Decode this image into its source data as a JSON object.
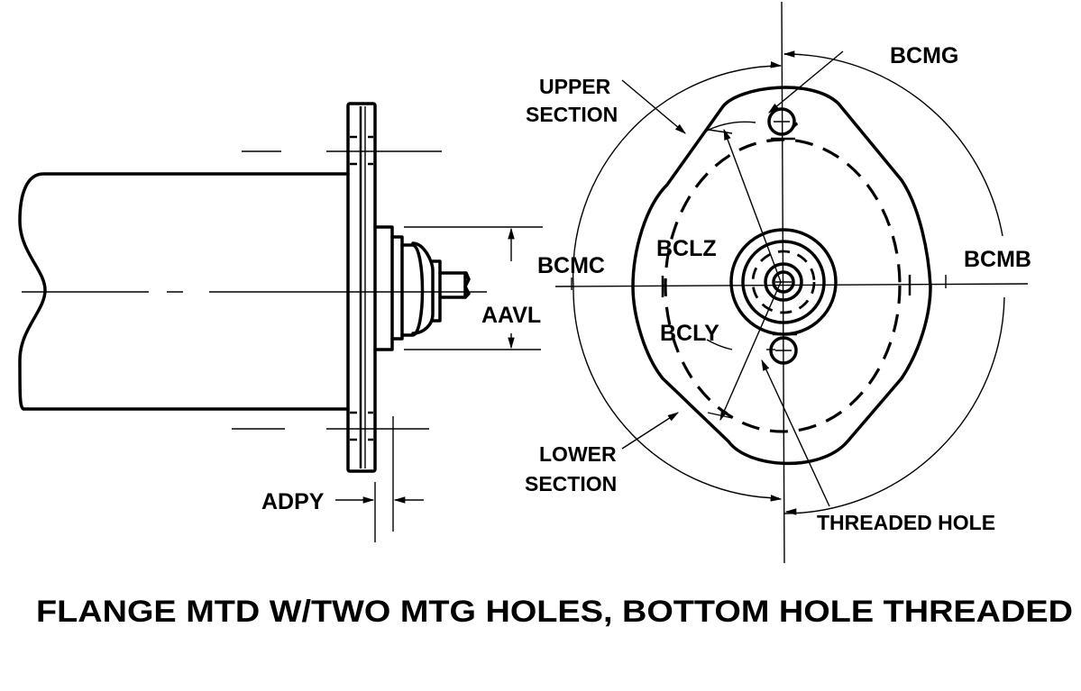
{
  "diagram": {
    "caption": "FLANGE MTD W/TWO MTG HOLES, BOTTOM HOLE THREADED",
    "side_view": {
      "labels": {
        "aavl": "AAVL",
        "adpy": "ADPY"
      }
    },
    "front_view": {
      "labels": {
        "upper_section_line1": "UPPER",
        "upper_section_line2": "SECTION",
        "lower_section_line1": "LOWER",
        "lower_section_line2": "SECTION",
        "bcmg": "BCMG",
        "bcmc": "BCMC",
        "bcmb": "BCMB",
        "bclz": "BCLZ",
        "bcly": "BCLY",
        "threaded_hole": "THREADED HOLE"
      }
    },
    "colors": {
      "ink": "#000000",
      "background": "#ffffff"
    }
  }
}
